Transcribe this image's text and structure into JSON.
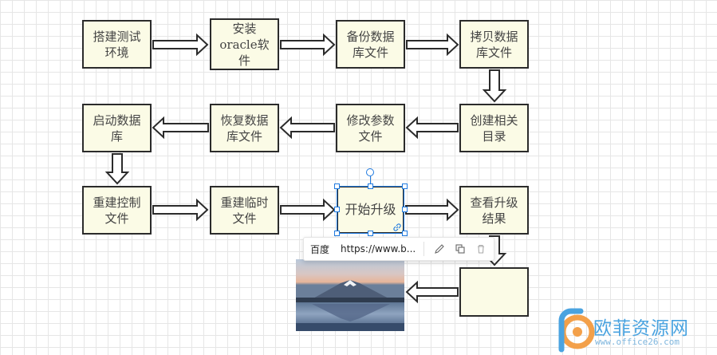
{
  "diagram": {
    "nodes": {
      "setup_env": "搭建测试\n环境",
      "install_oracle": "安装\noracle软\n件",
      "backup_db_files": "备份数据\n库文件",
      "copy_db_files": "拷贝数据\n库文件",
      "create_dirs": "创建相关\n目录",
      "modify_params": "修改参数\n文件",
      "restore_db_files": "恢复数据\n库文件",
      "start_db": "启动数据\n库",
      "rebuild_control": "重建控制\n文件",
      "rebuild_temp": "重建临时\n文件",
      "start_upgrade": "开始升级",
      "check_result": "查看升级\n结果",
      "empty_box": ""
    }
  },
  "toolbar": {
    "link_label": "百度",
    "link_url": "https://www.b...",
    "icons": [
      "edit-icon",
      "copy-icon",
      "delete-icon"
    ]
  },
  "image": {
    "description_icon": "mountain-lake-photo"
  },
  "watermark": {
    "title": "欧菲资源网",
    "url": "www.office26.com",
    "colors": {
      "primary": "#4aa3e0",
      "secondary": "#f3a04a"
    }
  },
  "colors": {
    "box_fill": "#fbfbe6",
    "box_border": "#2b2b2b",
    "selection": "#1f7ae0"
  }
}
